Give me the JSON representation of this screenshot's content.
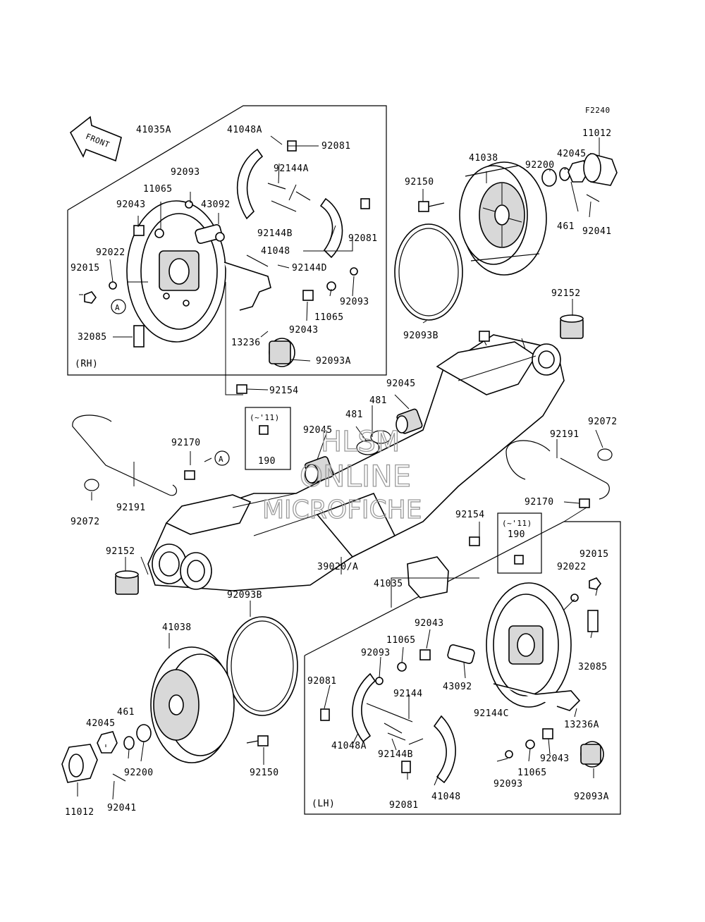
{
  "figure_code": "F2240",
  "front_arrow_text": "FRONT",
  "watermark": [
    "HLSM",
    "ONLINE",
    "MICROFICHE"
  ],
  "groups": {
    "rh": {
      "assembly": "41035A",
      "tag": "(RH)"
    },
    "lh": {
      "assembly": "41035",
      "tag": "(LH)"
    },
    "variant_box": {
      "label": "(~'11)",
      "part": "190"
    }
  },
  "reference_marker": "A",
  "labels": {
    "p41035A": "41035A",
    "p41048A_rh": "41048A",
    "p92081_rh_top": "92081",
    "p92144A": "92144A",
    "p92093_rh_top": "92093",
    "p11065_rh_top": "11065",
    "p92043_rh_top": "92043",
    "p43092_rh": "43092",
    "p92144B_rh": "92144B",
    "p92081_rh_mid": "92081",
    "p41048_rh": "41048",
    "p92022_rh": "92022",
    "p92015_rh": "92015",
    "p92144D": "92144D",
    "p92093_rh_bot": "92093",
    "p11065_rh_bot": "11065",
    "p92043_rh_bot": "92043",
    "p32085_rh": "32085",
    "p13236": "13236",
    "p92093A_rh": "92093A",
    "p92150_top": "92150",
    "p41038_top": "41038",
    "p92200_top": "92200",
    "p42045_top": "42045",
    "p11012_top": "11012",
    "p461_top": "461",
    "p92041_top": "92041",
    "p92093B_top": "92093B",
    "p92152_top": "92152",
    "p92154_top": "92154",
    "p92045_a": "92045",
    "p481_a": "481",
    "p481_b": "481",
    "p92045_b": "92045",
    "p92170_left": "92170",
    "p92191_left": "92191",
    "p92072_left": "92072",
    "p92152_left": "92152",
    "p39020": "39020/A",
    "p92154_mid": "92154",
    "p92191_right": "92191",
    "p92072_right": "92072",
    "p92170_right": "92170",
    "p92015_lh": "92015",
    "p92022_lh": "92022",
    "p32085_lh": "32085",
    "p41035": "41035",
    "p92093B_bot": "92093B",
    "p41038_bot": "41038",
    "p92043_lh_top": "92043",
    "p11065_lh_top": "11065",
    "p92093_lh_top": "92093",
    "p92081_lh_top": "92081",
    "p43092_lh": "43092",
    "p92144": "92144",
    "p92144C": "92144C",
    "p13236A": "13236A",
    "p41048A_lh": "41048A",
    "p92144B_lh": "92144B",
    "p461_bot": "461",
    "p42045_bot": "42045",
    "p92200_bot": "92200",
    "p92150_bot": "92150",
    "p92043_lh_bot": "92043",
    "p11065_lh_bot": "11065",
    "p92093_lh_bot": "92093",
    "p92081_lh_bot": "92081",
    "p41048_lh": "41048",
    "p92093A_lh": "92093A",
    "p11012_bot": "11012",
    "p92041_bot": "92041"
  }
}
